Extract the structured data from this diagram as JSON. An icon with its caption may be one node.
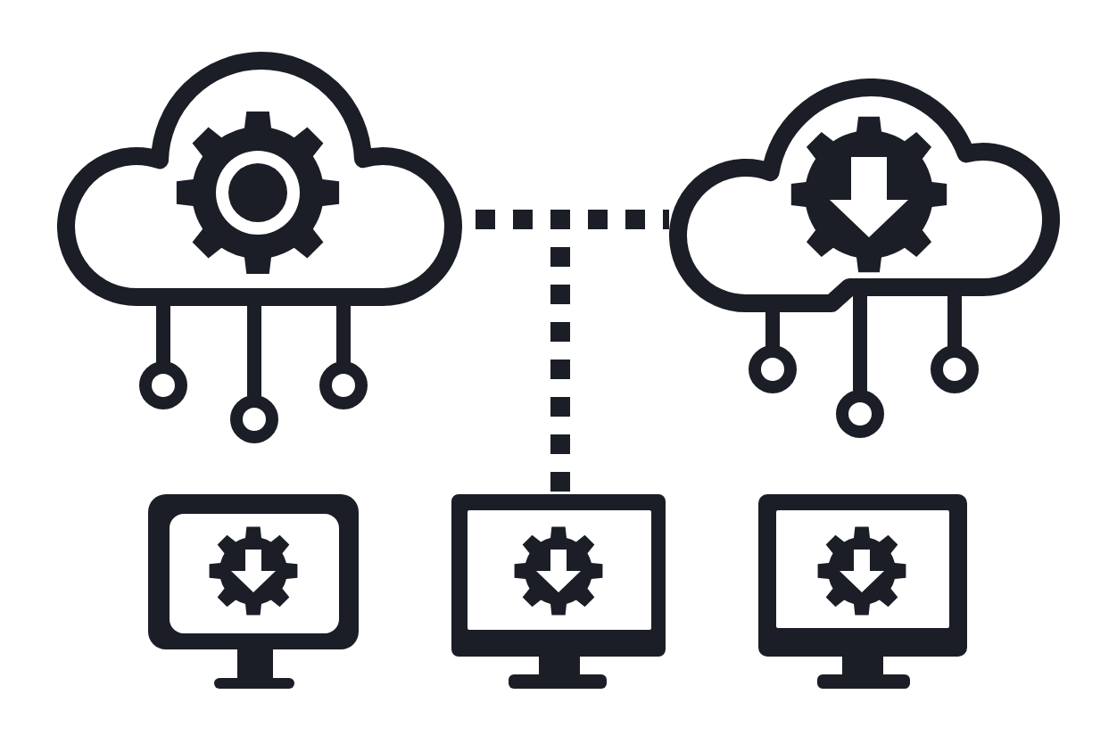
{
  "diagram": {
    "nodes": [
      {
        "text": [],
        "shape": "cloud"
      },
      {
        "text": [],
        "shape": "cloud"
      },
      {
        "text": [],
        "shape": "monitor"
      },
      {
        "text": [],
        "shape": "monitor"
      },
      {
        "text": [],
        "shape": "monitor"
      }
    ],
    "edges": [
      {
        "from": 0,
        "to": 3,
        "arrow": "none",
        "style": "dashed"
      },
      {
        "from": 1,
        "to": 3,
        "arrow": "none",
        "style": "dashed"
      }
    ]
  }
}
